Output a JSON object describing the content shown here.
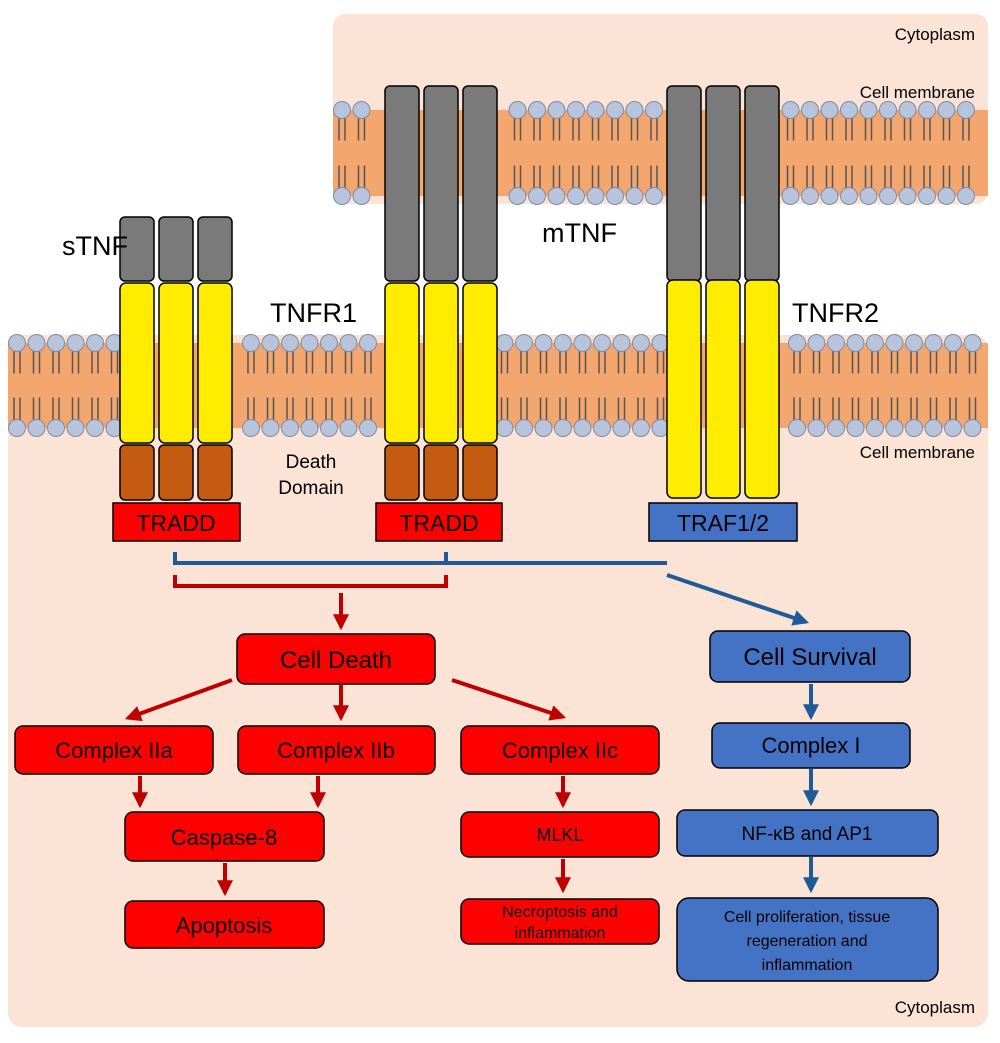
{
  "compartments": {
    "cytoplasm_top": "Cytoplasm",
    "cytoplasm_bottom": "Cytoplasm",
    "membrane_top": "Cell membrane",
    "membrane_bottom": "Cell membrane"
  },
  "ligands": {
    "soluble": "sTNF",
    "membrane": "mTNF"
  },
  "receptors": {
    "tnfr1": "TNFR1",
    "tnfr2": "TNFR2",
    "death_domain_line1": "Death",
    "death_domain_line2": "Domain"
  },
  "adaptors": {
    "tradd_1": "TRADD",
    "tradd_2": "TRADD",
    "traf": "TRAF1/2"
  },
  "death_pathway": {
    "cell_death": "Cell Death",
    "complex_iia": "Complex IIa",
    "complex_iib": "Complex IIb",
    "complex_iic": "Complex IIc",
    "caspase8": "Caspase-8",
    "apoptosis": "Apoptosis",
    "mlkl": "MLKL",
    "necroptosis_line1": "Necroptosis and",
    "necroptosis_line2": "inflammation"
  },
  "survival_pathway": {
    "cell_survival": "Cell Survival",
    "complex_i": "Complex I",
    "nfkb_ap1": "NF-κB and AP1",
    "outcome_line1": "Cell proliferation, tissue",
    "outcome_line2": "regeneration and",
    "outcome_line3": "inflammation"
  },
  "colors": {
    "cytoplasm_fill": "#fbe3d5",
    "membrane_core": "#f3a66e",
    "lipid_head": "#b7c4db",
    "ligand_gray": "#7a7a7a",
    "receptor_yellow": "#ffec00",
    "death_domain_brown": "#c55a11",
    "death_red": "#ff0000",
    "death_arrow": "#c00000",
    "survival_blue": "#4472c4",
    "survival_arrow": "#1f5b99"
  }
}
